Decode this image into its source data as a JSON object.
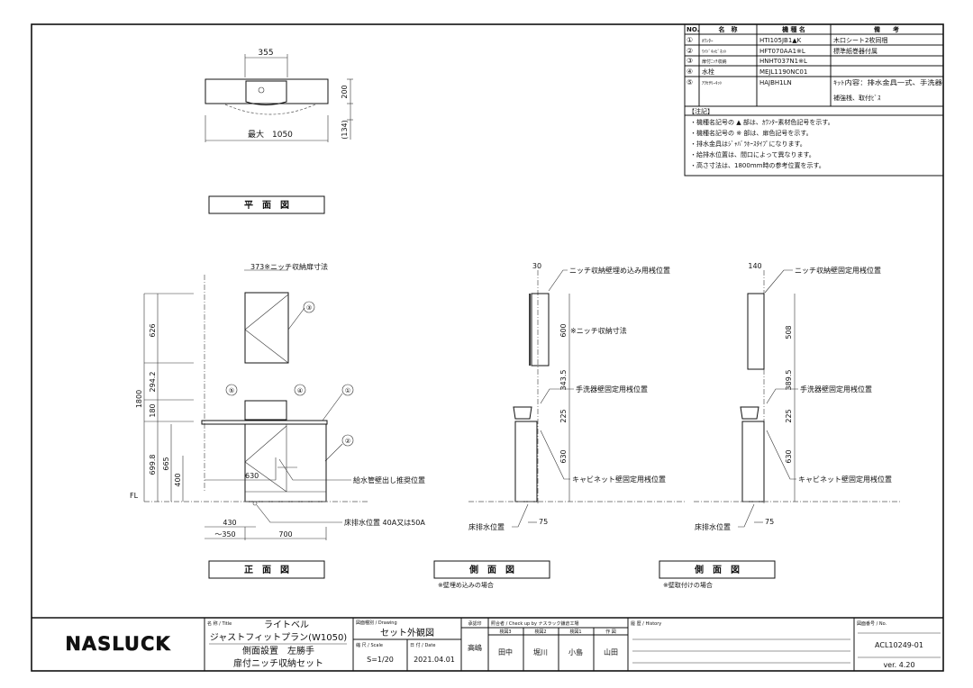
{
  "parts_table": {
    "headers": [
      "NO.",
      "名　称",
      "機 種 名",
      "備　　考"
    ],
    "rows": [
      {
        "no": "①",
        "name": "ｶｳﾝﾀｰ",
        "model": "HTI105JB1▲K",
        "note": "木口シート2枚同梱"
      },
      {
        "no": "②",
        "name": "ﾜｲﾄﾞｷｬﾋﾞﾈｯﾄ",
        "model": "HFT070AA1※L",
        "note": "標準紙巻器付属"
      },
      {
        "no": "③",
        "name": "扉付ﾆｯﾁ収納",
        "model": "HNHT037N1※L",
        "note": ""
      },
      {
        "no": "④",
        "name": "水栓",
        "model": "MEJL1190NC01",
        "note": ""
      },
      {
        "no": "⑤",
        "name": "ｱｸｾｻﾘｰｷｯﾄ",
        "model": "HAJBH1LN",
        "note": "ｷｯﾄ内容：排水金具一式、手洗器",
        "note2": "補強桟、取付ﾋﾞｽ"
      }
    ],
    "notes_title": "【注記】",
    "notes": [
      "・機種名記号の ▲ 部は、ｶｳﾝﾀｰ素材色記号を示す。",
      "・機種名記号の ※ 部は、扉色記号を示す。",
      "・排水金具はｼﾞｬﾊﾞﾗﾎｰｽﾀｲﾌﾟになります。",
      "・給排水位置は、間口によって異なります。",
      "・高さ寸法は、1800mm時の参考位置を示す。"
    ]
  },
  "plan_view": {
    "dim_width": "355",
    "dim_depth": "200",
    "dim_depth2": "(134)",
    "dim_max": "最大　1050",
    "label": "平　面　図"
  },
  "front_view": {
    "dim_niche": "373※ニッチ収納扉寸法",
    "dims_vertical": [
      "626",
      "294.2",
      "180",
      "1800",
      "699.8",
      "665",
      "400"
    ],
    "fl": "FL",
    "dim_630": "630",
    "dim_430": "430",
    "dim_350": "～350",
    "dim_700": "700",
    "callouts": [
      "①",
      "②",
      "③",
      "④",
      "⑤"
    ],
    "note_supply": "給水管壁出し推奨位置",
    "note_drain": "床排水位置 40A又は50A",
    "label": "正　面　図"
  },
  "side_view_recessed": {
    "dim_top": "30",
    "dims": [
      "600",
      "343.5",
      "225",
      "630"
    ],
    "dim_bottom": "75",
    "notes": [
      "ニッチ収納壁埋め込み用桟位置",
      "※ニッチ収納寸法",
      "手洗器壁固定用桟位置",
      "キャビネット壁固定用桟位置",
      "床排水位置"
    ],
    "label": "側　面　図",
    "caption": "※壁埋め込みの場合"
  },
  "side_view_surface": {
    "dim_top": "140",
    "dims": [
      "508",
      "389.5",
      "225",
      "630"
    ],
    "dim_bottom": "75",
    "notes": [
      "ニッチ収納壁固定用桟位置",
      "手洗器壁固定用桟位置",
      "キャビネット壁固定用桟位置",
      "床排水位置"
    ],
    "label": "側　面　図",
    "caption": "※壁取付けの場合"
  },
  "title_block": {
    "logo": "NASLUCK",
    "title_caption": "名 称 / Title",
    "title_lines": [
      "ライトベル",
      "ジャストフィットプラン(W1050)",
      "側面設置　左勝手",
      "扉付ニッチ収納セット"
    ],
    "drawing_caption": "図面種別 / Drawing",
    "drawing": "セット外観図",
    "scale_caption": "縮 尺 / Scale",
    "scale": "S=1/20",
    "date_caption": "日 付 / Date",
    "date": "2021.04.01",
    "approval_caption": "承認印",
    "approval": "高嶋",
    "check_caption": "照合者 / Check up by ナスラック鎌倉工場",
    "check_roles": [
      "検図3",
      "検図2",
      "検図1",
      "作 図"
    ],
    "check_names": [
      "田中",
      "堀川",
      "小島",
      "山田"
    ],
    "history_caption": "履 歴 / History",
    "no_caption": "図面番号 / No.",
    "drawing_no": "ACL10249-01",
    "version": "ver. 4.20"
  }
}
